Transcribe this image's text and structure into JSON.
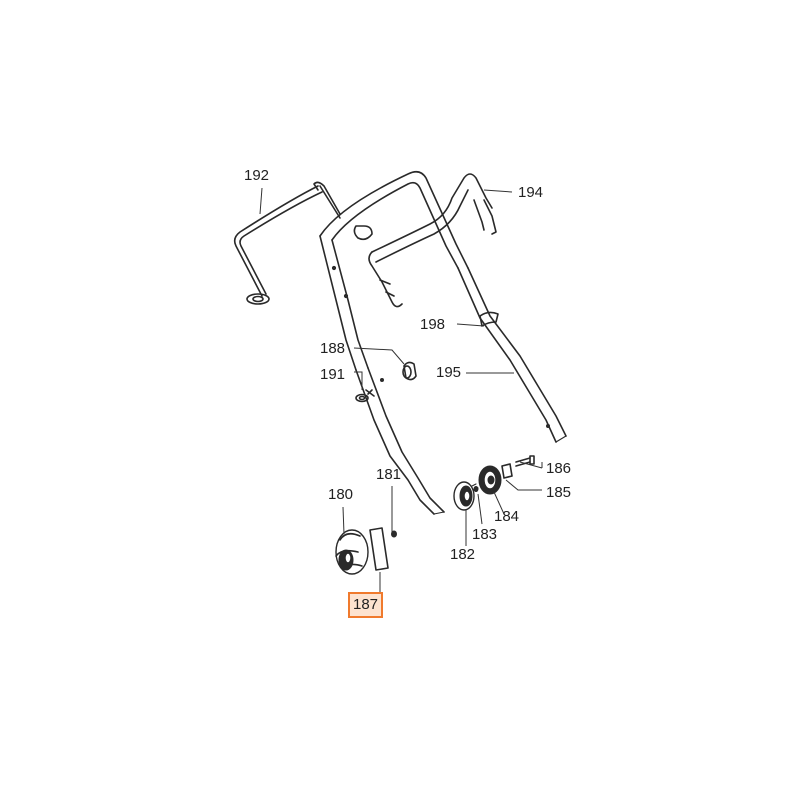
{
  "diagram": {
    "parts": [
      {
        "id": "p192",
        "number": "192"
      },
      {
        "id": "p194",
        "number": "194"
      },
      {
        "id": "p198",
        "number": "198"
      },
      {
        "id": "p188",
        "number": "188"
      },
      {
        "id": "p191",
        "number": "191"
      },
      {
        "id": "p195",
        "number": "195"
      },
      {
        "id": "p186",
        "number": "186"
      },
      {
        "id": "p185",
        "number": "185"
      },
      {
        "id": "p181",
        "number": "181"
      },
      {
        "id": "p180",
        "number": "180"
      },
      {
        "id": "p184",
        "number": "184"
      },
      {
        "id": "p183",
        "number": "183"
      },
      {
        "id": "p182",
        "number": "182"
      },
      {
        "id": "p187",
        "number": "187"
      }
    ],
    "highlighted_part": "187",
    "highlight_color": "#f07a2d",
    "highlight_fill": "#fde3d0"
  }
}
